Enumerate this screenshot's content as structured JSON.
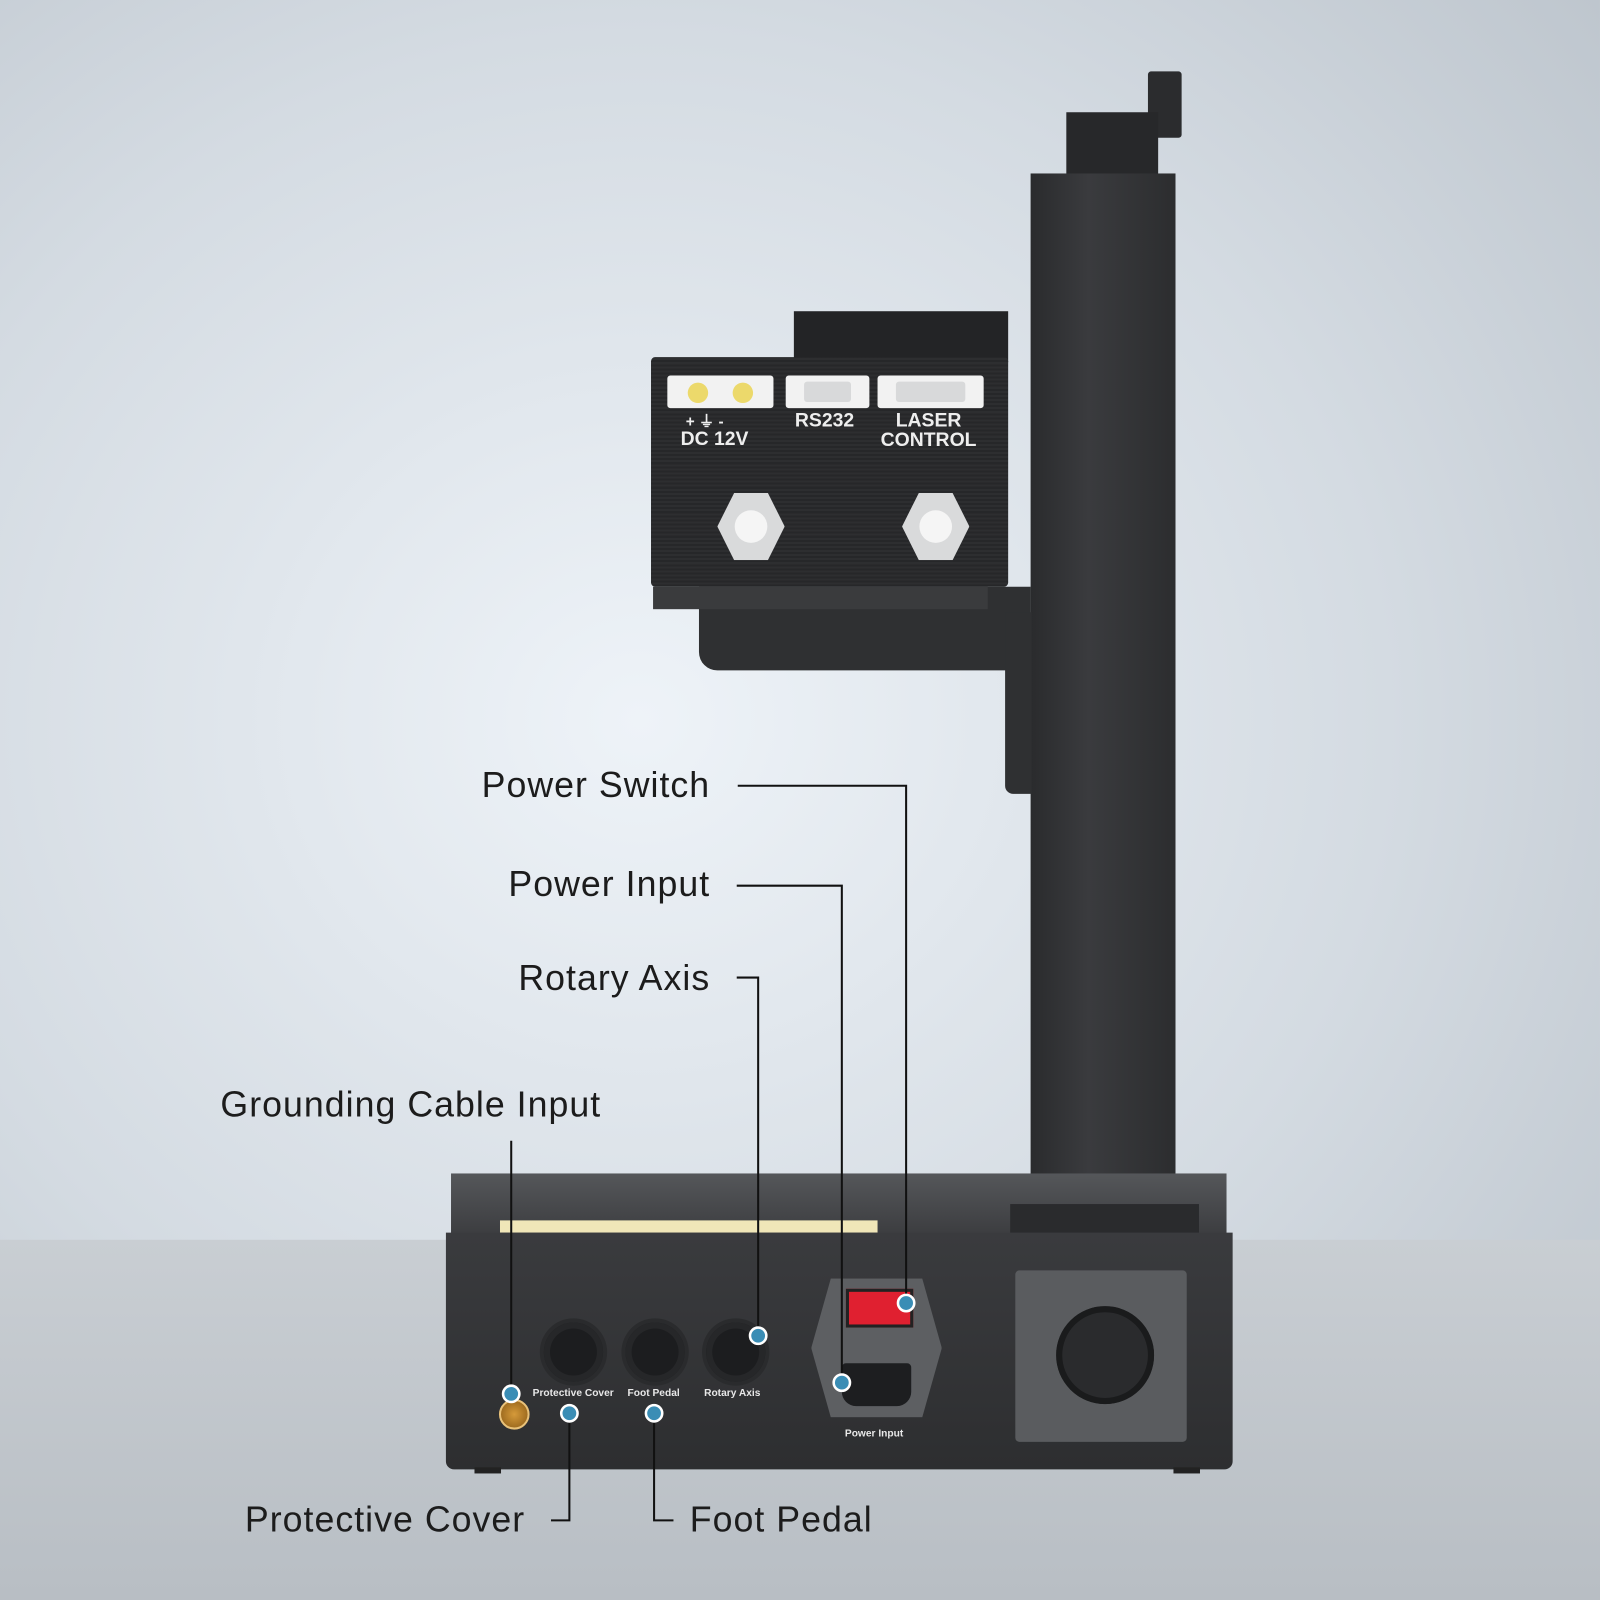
{
  "callouts": {
    "power_switch": "Power Switch",
    "power_input": "Power Input",
    "rotary_axis": "Rotary Axis",
    "grounding_cable_input": "Grounding Cable Input",
    "protective_cover": "Protective Cover",
    "foot_pedal": "Foot Pedal"
  },
  "laser_head": {
    "dc_polarity": "+ ⏚ -",
    "dc_label": "DC 12V",
    "rs232_label": "RS232",
    "laser_control_label": "LASER CONTROL"
  },
  "base_panel": {
    "protective_cover": "Protective Cover",
    "foot_pedal": "Foot Pedal",
    "rotary_axis": "Rotary Axis",
    "power_input": "Power Input"
  },
  "colors": {
    "callout_dot": "#3a8db5",
    "switch": "#e02030",
    "body": "#2e2f31"
  }
}
